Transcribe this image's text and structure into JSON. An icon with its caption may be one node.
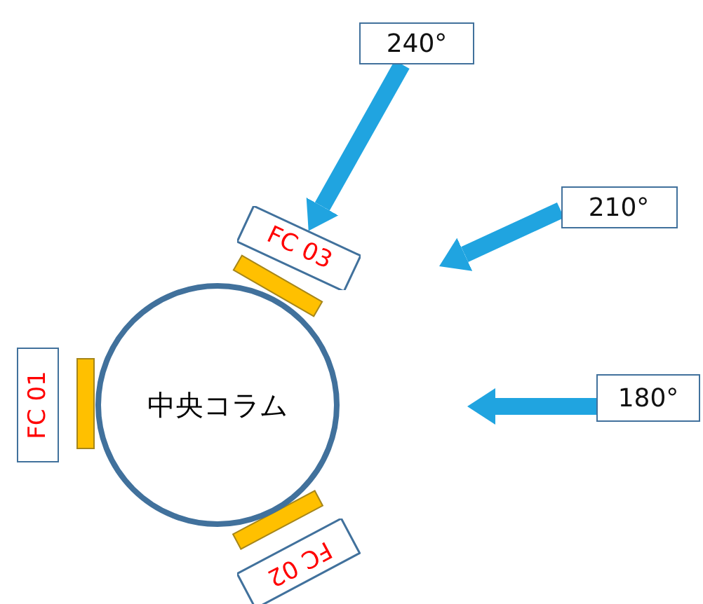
{
  "diagram": {
    "nodes": [
      {
        "text": [
          "240°"
        ]
      },
      {
        "text": [
          "210°"
        ]
      },
      {
        "text": [
          "FC 03"
        ]
      },
      {
        "text": [
          "FC 01"
        ]
      },
      {
        "text": [
          "中央コラム"
        ]
      },
      {
        "text": [
          "180°"
        ]
      },
      {
        "text": [
          "FC 02"
        ]
      }
    ],
    "edges": [
      {
        "from": 0,
        "to": 2,
        "arrow": "to"
      },
      {
        "from": 1,
        "to": null,
        "arrow": "to"
      },
      {
        "from": 5,
        "to": null,
        "arrow": "to"
      }
    ]
  }
}
